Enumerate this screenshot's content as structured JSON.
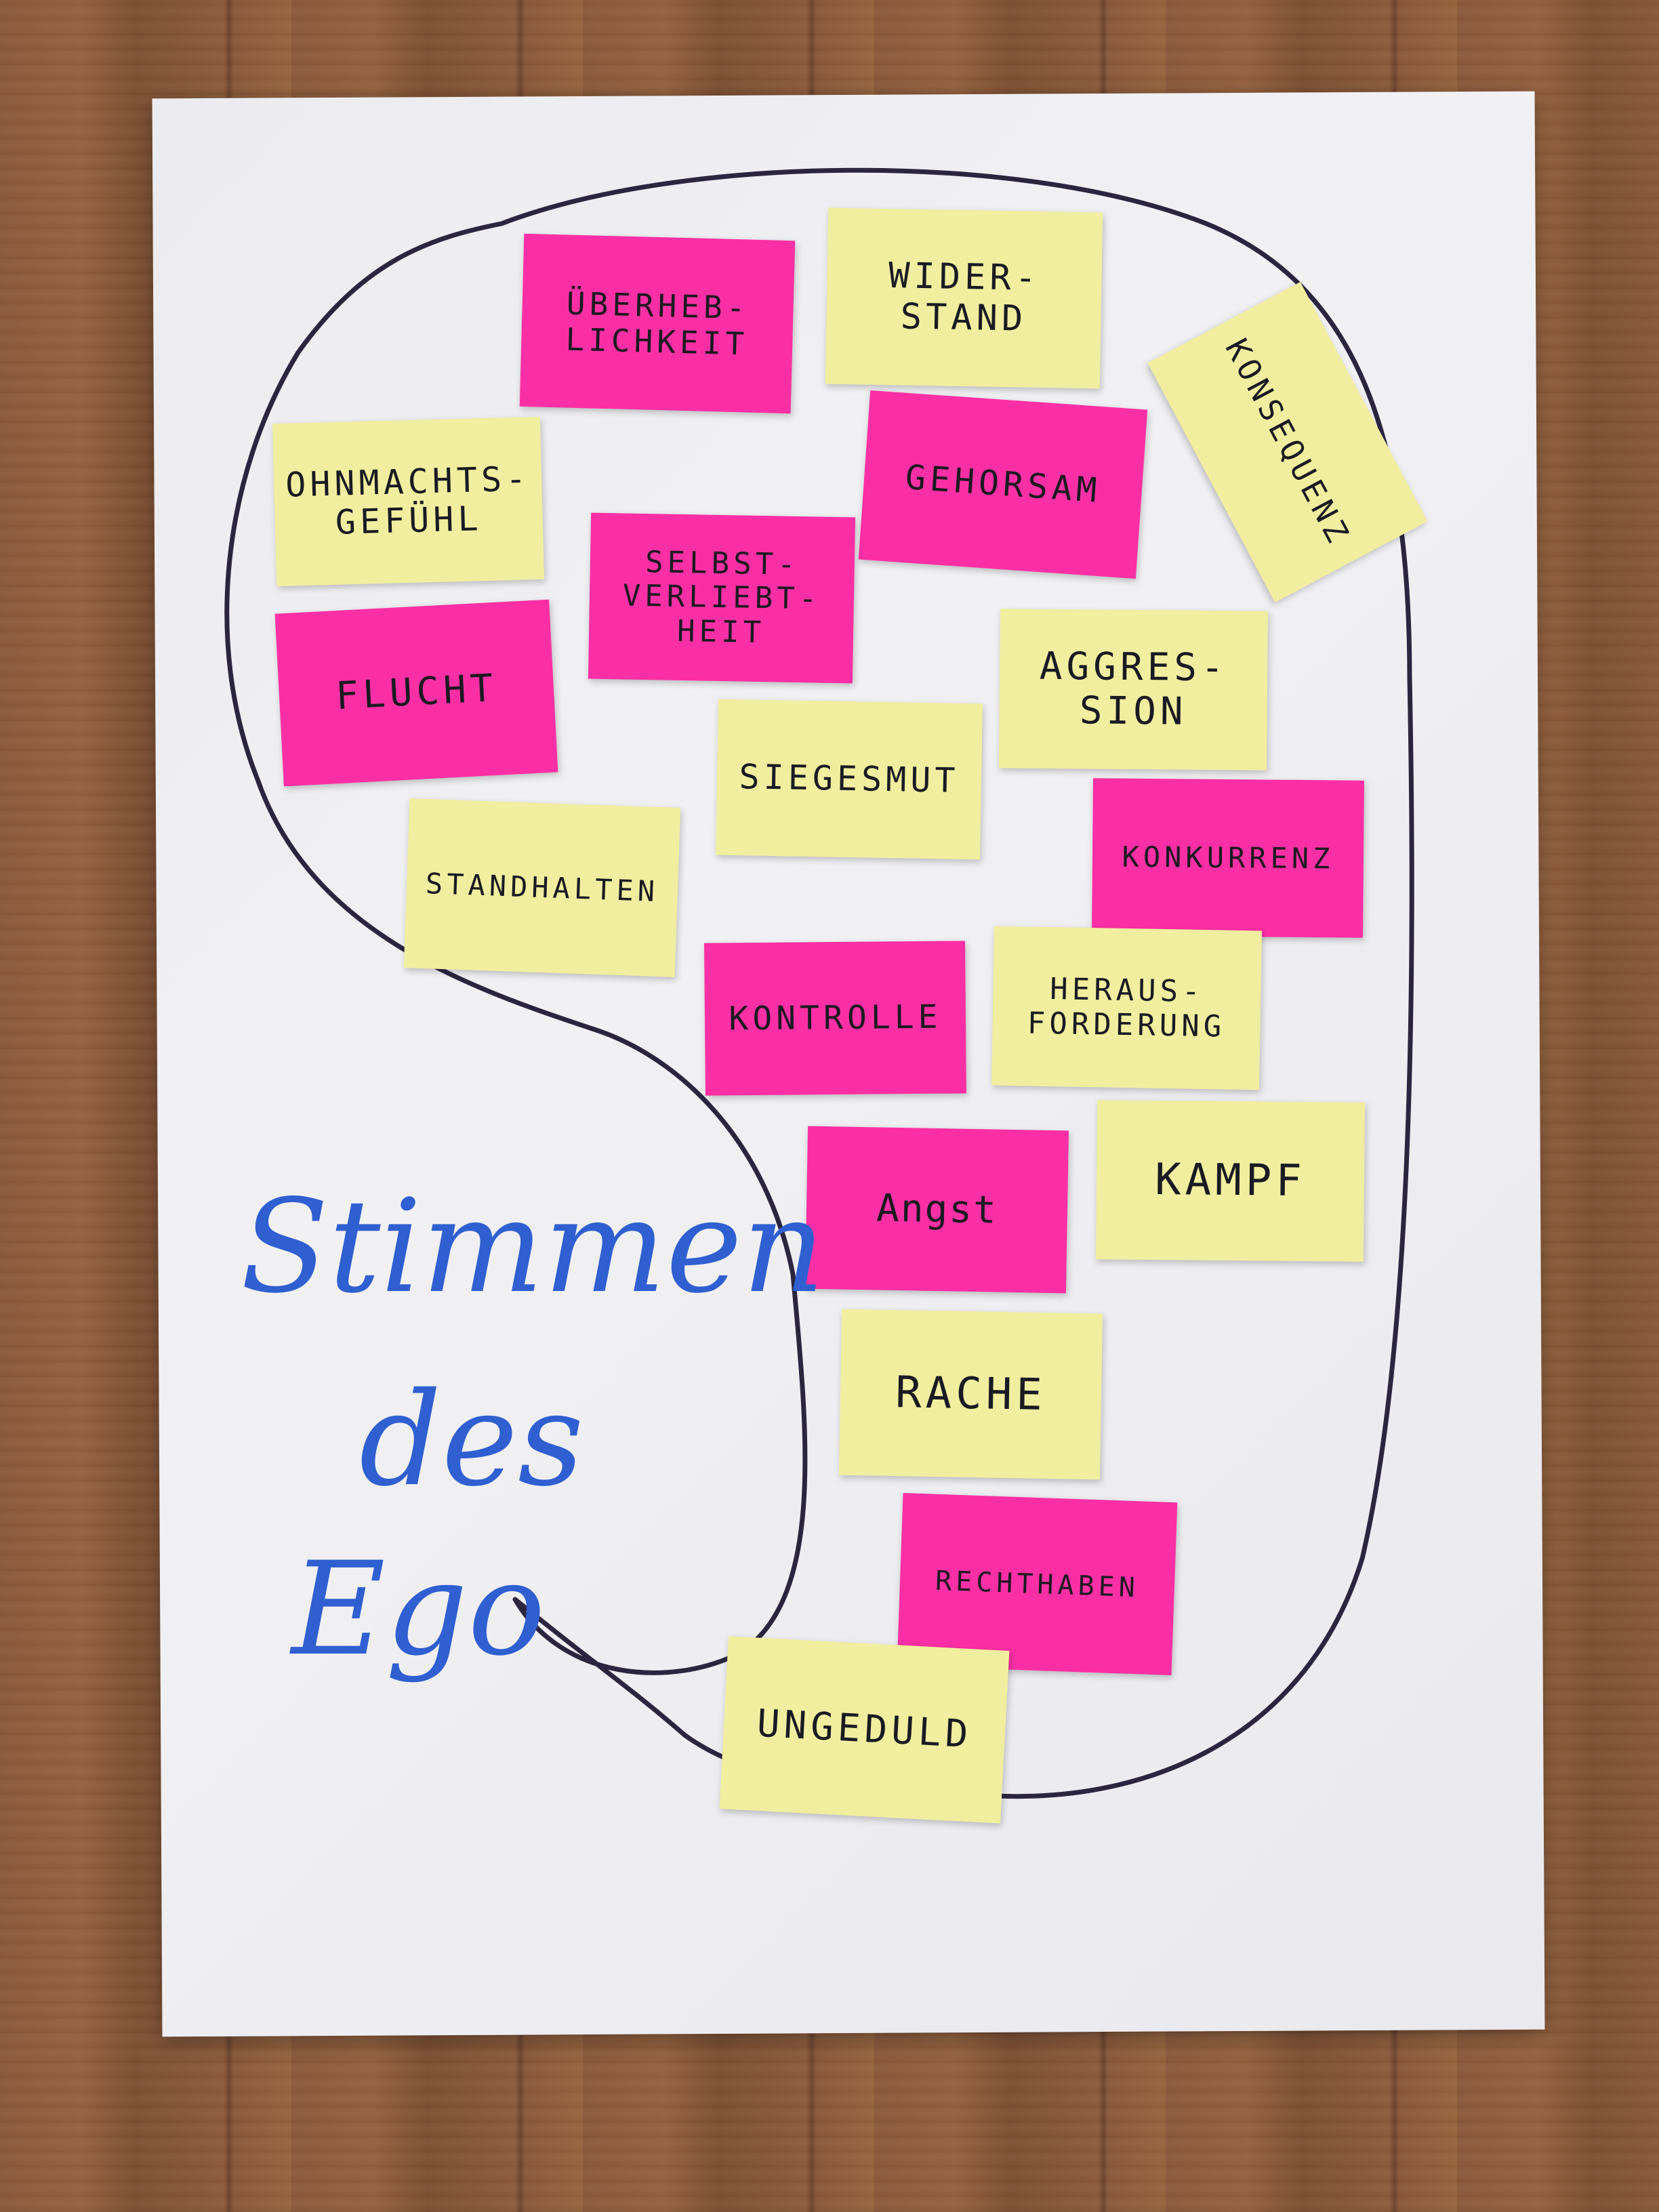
{
  "title": {
    "line1": "Stimmen",
    "line2": "des",
    "line3": "Ego"
  },
  "notes": {
    "ueberheblichkeit": "ÜBERHEB-\nLICHKEIT",
    "widerstand": "WIDER-\nSTAND",
    "konsequenz": "KONSEQUENZ",
    "gehorsam": "GEHORSAM",
    "ohnmachtsgefuehl": "OHNMACHTS-\nGEFÜHL",
    "selbstverliebtheit": "SELBST-\nVERLIEBT-\nHEIT",
    "flucht": "FLUCHT",
    "aggression": "AGGRES-\nSION",
    "siegesmut": "SIEGESMUT",
    "standhalten": "STANDHALTEN",
    "konkurrenz": "KONKURRENZ",
    "kontrolle": "KONTROLLE",
    "herausforderung": "HERAUS-\nFORDERUNG",
    "angst": "Angst",
    "kampf": "KAMPF",
    "rache": "RACHE",
    "rechthaben": "RECHTHABEN",
    "ungeduld": "UNGEDULD"
  },
  "colors": {
    "pink_note": "#fb2fa5",
    "yellow_note": "#f2eea0",
    "marker_blue": "#2f5fd0",
    "outline": "#2b2540"
  }
}
